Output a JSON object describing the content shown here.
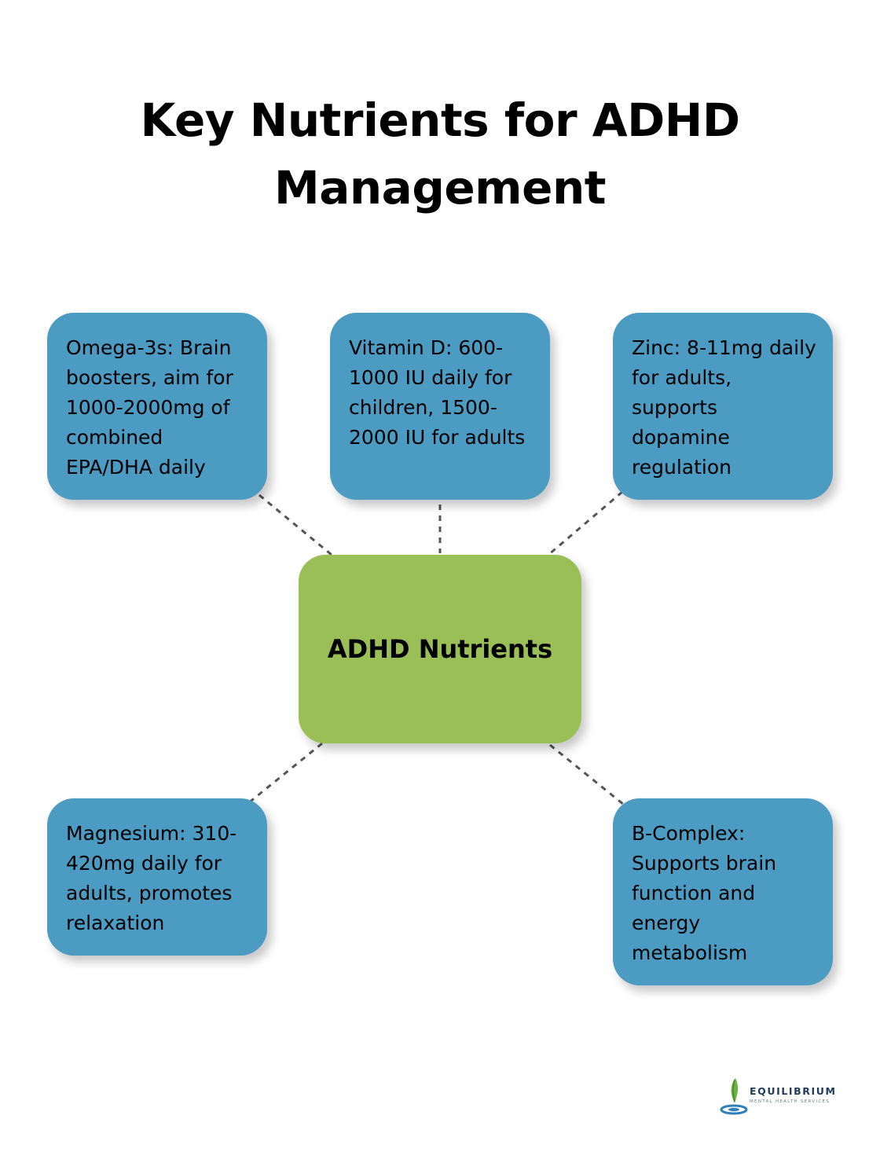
{
  "title": {
    "line1": "Key Nutrients for ADHD",
    "line2": "Management"
  },
  "center": {
    "label": "ADHD Nutrients"
  },
  "nodes": {
    "omega": "Omega-3s: Brain boosters, aim for 1000-2000mg of combined EPA/DHA daily",
    "vitamin_d": "Vitamin D: 600-1000 IU daily for children, 1500-2000 IU for adults",
    "zinc": "Zinc: 8-11mg daily for adults, supports dopamine regulation",
    "magnesium": "Magnesium: 310-420mg daily for adults, promotes relaxation",
    "b_complex": "B-Complex: Supports brain function and energy metabolism"
  },
  "logo": {
    "name": "EQUILIBRIUM",
    "tagline": "MENTAL HEALTH SERVICES"
  },
  "colors": {
    "node_fill": "#4c9bc3",
    "center_fill": "#99bf56",
    "connector": "#555555"
  }
}
